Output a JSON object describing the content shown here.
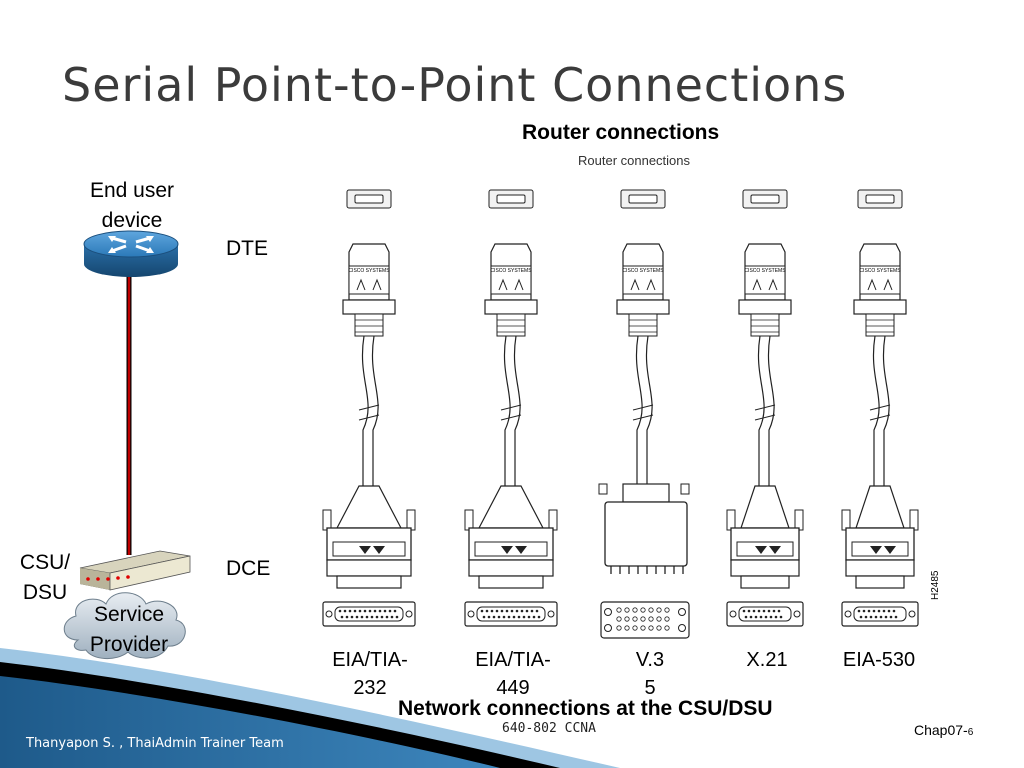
{
  "slide": {
    "title": "Serial Point-to-Point Connections",
    "subtitle": "Router connections",
    "figure_subtitle": "Router connections",
    "caption": "Network connections at the CSU/DSU",
    "course": "640-802 CCNA",
    "chapter": "Chap07-",
    "page": "6",
    "author": "Thanyapon S. , ThaiAdmin Trainer Team",
    "figure_id": "H2485"
  },
  "diagram": {
    "end_user_label": "End user\ndevice",
    "dte_label": "DTE",
    "dce_label": "DCE",
    "csu_dsu_label": "CSU/\nDSU",
    "provider_label": "Service\nProvider",
    "cables": [
      {
        "name": "EIA/TIA-232",
        "label": "EIA/TIA-\n232"
      },
      {
        "name": "EIA/TIA-449",
        "label": "EIA/TIA-\n449"
      },
      {
        "name": "V.35",
        "label": "V.3\n5"
      },
      {
        "name": "X.21",
        "label": "X.21"
      },
      {
        "name": "EIA-530",
        "label": "EIA-530"
      }
    ]
  },
  "colors": {
    "footer_blue": "#1e5a8a",
    "footer_light": "#7fb3d6",
    "router_blue": "#2b79b8",
    "link_red": "#c00000",
    "title_gray": "#3b3b3b"
  },
  "icons": [
    "router-icon",
    "csu-dsu-icon",
    "cloud-icon",
    "connector-icon"
  ]
}
